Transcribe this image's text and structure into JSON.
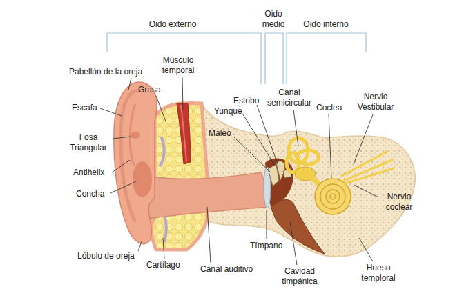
{
  "diagram": {
    "labels": [
      "Oido externo",
      "Oido medio",
      "Oido interno",
      "Pabellón de la oreja",
      "Músculo temporal",
      "Grasa",
      "Escafa",
      "Fosa Triangular",
      "Antihelix",
      "Concha",
      "Estribo",
      "Yunque",
      "Canal semicircular",
      "Coclea",
      "Nervio Vestibular",
      "Maleo",
      "Nervio coclear",
      "Tímpano",
      "Lóbulo de oreja",
      "Cartílago",
      "Canal auditivo",
      "Cavidad timpánica",
      "Hueso temploral"
    ]
  }
}
